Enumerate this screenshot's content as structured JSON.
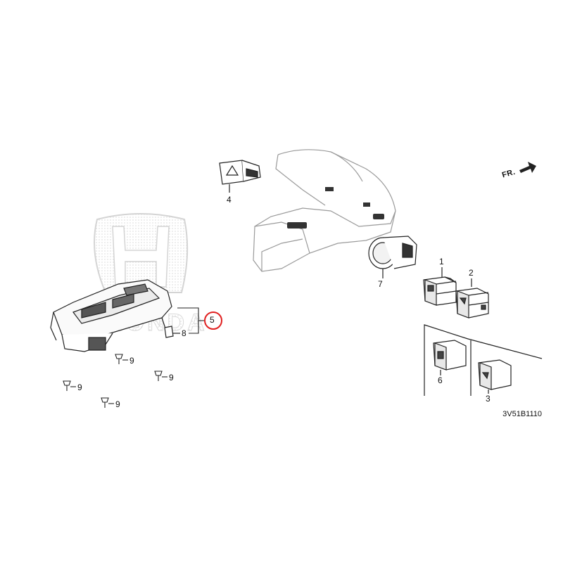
{
  "diagram": {
    "direction_label": "FR.",
    "ref_code": "3V51B1110",
    "highlight_color": "#e02020",
    "watermark": "HONDA",
    "callouts": {
      "c1": "1",
      "c2": "2",
      "c3": "3",
      "c4": "4",
      "c5": "5",
      "c6": "6",
      "c7": "7",
      "c8": "8",
      "c9a": "9",
      "c9b": "9",
      "c9c": "9",
      "c9d": "9"
    }
  }
}
